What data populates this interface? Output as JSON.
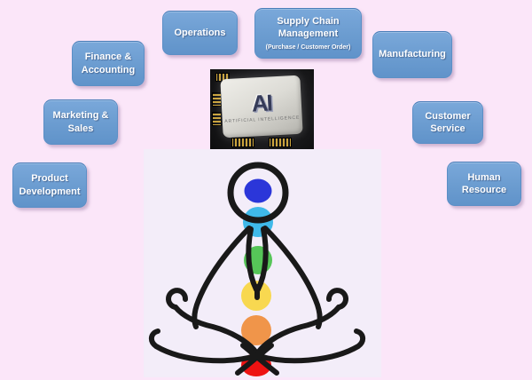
{
  "page": {
    "background_color": "#fbe6f9",
    "figure_background_color": "#f3edf9"
  },
  "functions": {
    "operations": {
      "label": "Operations"
    },
    "supply_chain": {
      "label": "Supply Chain\nManagement",
      "sublabel": "(Purchase / Customer Order)"
    },
    "manufacturing": {
      "label": "Manufacturing"
    },
    "finance_accounting": {
      "label": "Finance &\nAccounting"
    },
    "marketing_sales": {
      "label": "Marketing &\nSales"
    },
    "product_development": {
      "label": "Product\nDevelopment"
    },
    "customer_service": {
      "label": "Customer\nService"
    },
    "human_resource": {
      "label": "Human\nResource"
    }
  },
  "box_style": {
    "fill_color": "#6b9cd0",
    "text_color": "#ffffff"
  },
  "ai_chip": {
    "label": "AI",
    "caption": "ARTIFICIAL INTELLIGENCE"
  },
  "meditation_figure": {
    "line_color": "#191919",
    "chakras": [
      {
        "name": "crown",
        "color": "#2b36d9"
      },
      {
        "name": "throat",
        "color": "#3fb9e9"
      },
      {
        "name": "heart",
        "color": "#56c558"
      },
      {
        "name": "solar-plexus",
        "color": "#f8d850"
      },
      {
        "name": "sacral",
        "color": "#f0954a"
      },
      {
        "name": "root",
        "color": "#ee1212"
      }
    ]
  }
}
